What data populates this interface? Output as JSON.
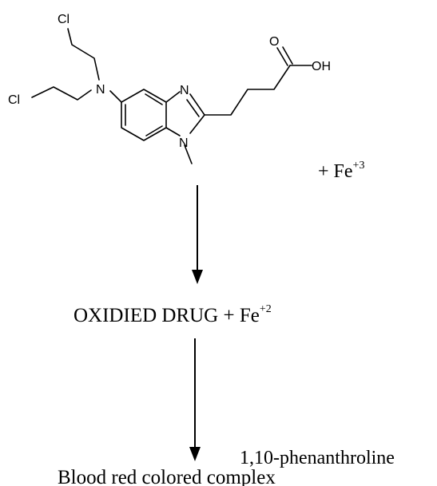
{
  "molecule": {
    "atom_labels": {
      "cl_top": "Cl",
      "cl_bottom": "Cl",
      "n_amine": "N",
      "n_ring_top": "N",
      "n_ring_bottom": "N",
      "o_carbonyl": "O",
      "oh": "OH"
    }
  },
  "reagent": {
    "prefix": "+ Fe",
    "charge": "+3"
  },
  "intermediate": {
    "label": "OXIDIED DRUG + Fe",
    "charge": "+2"
  },
  "reagent_2": {
    "label": "1,10-phenanthroline"
  },
  "product": {
    "label": "Blood red colored complex"
  },
  "colors": {
    "ink": "#000000",
    "background": "#ffffff"
  }
}
